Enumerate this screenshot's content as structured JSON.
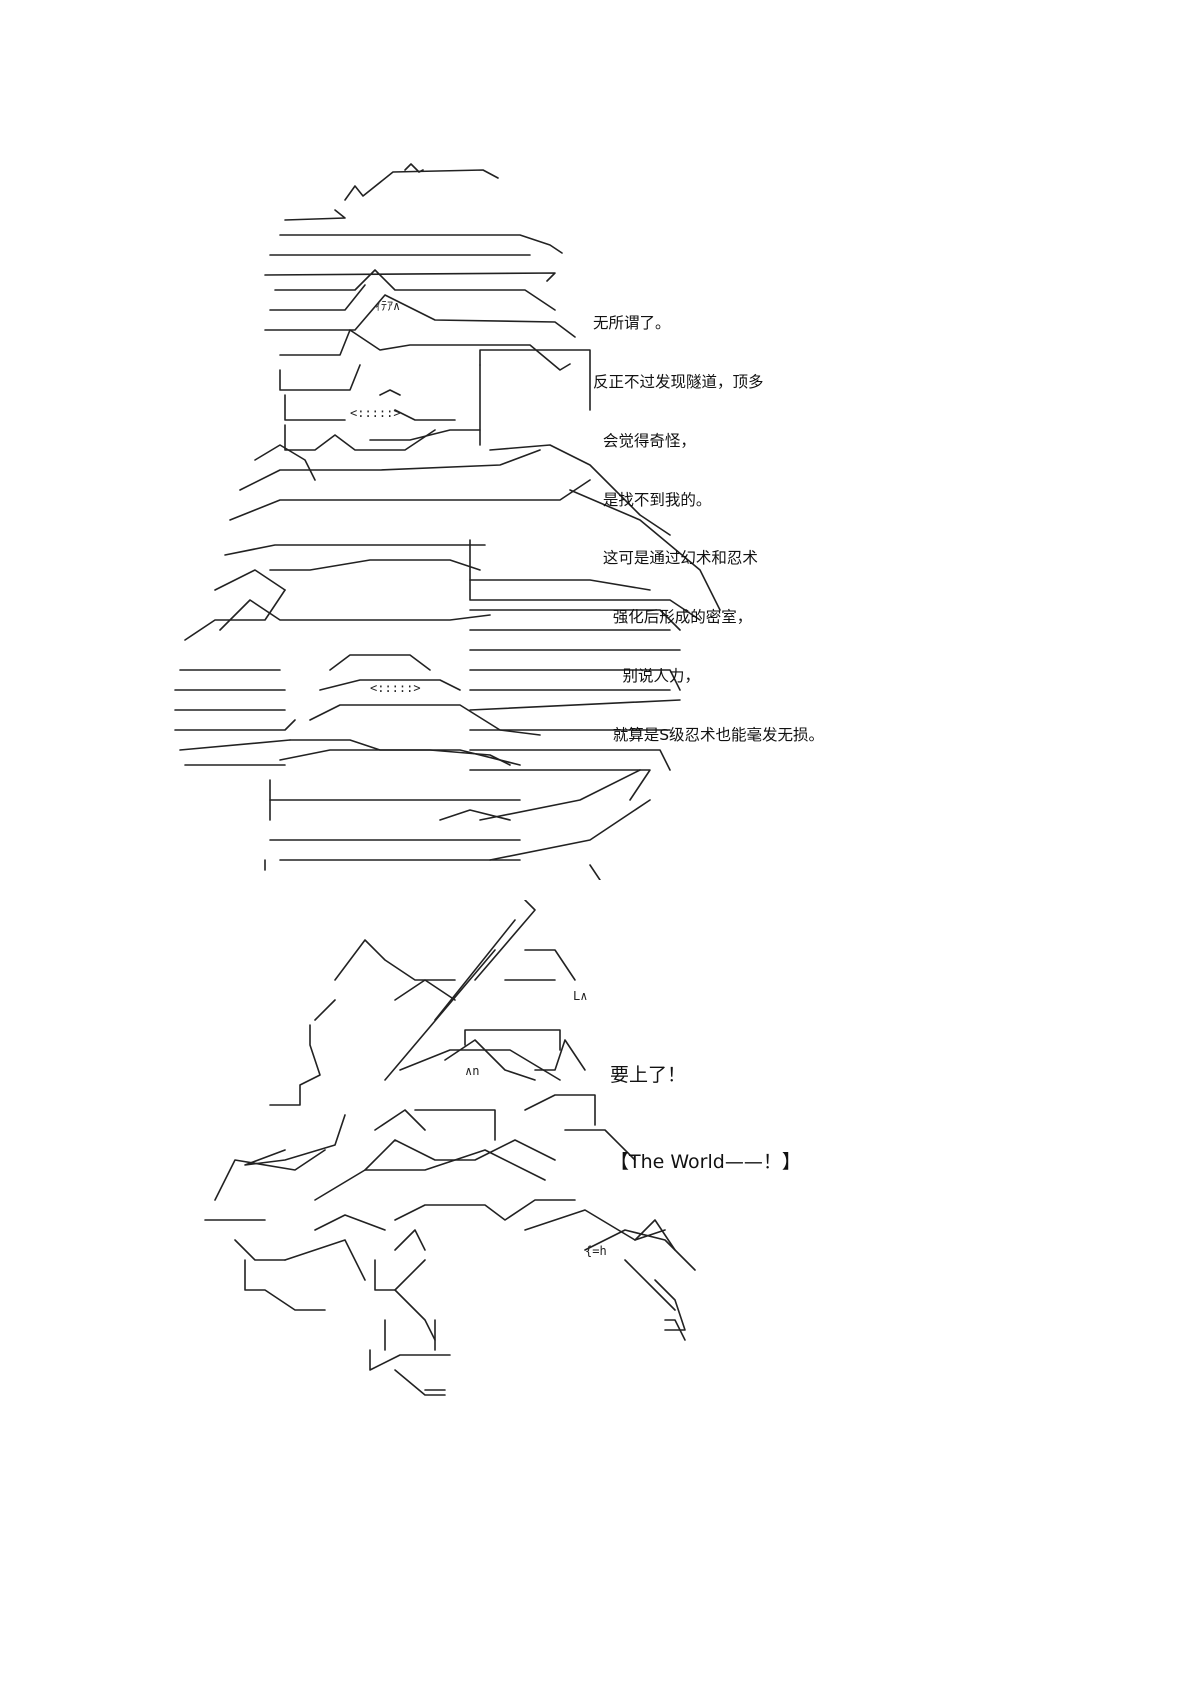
{
  "panels": [
    {
      "art_icon": "ascii-art-figure-seated-icon",
      "dialogue": [
        "无所谓了。",
        "反正不过发现隧道，顶多",
        "  会觉得奇怪，",
        "  是找不到我的。",
        "  这可是通过幻术和忍术",
        "    强化后形成的密室，",
        "      别说人力，",
        "    就算是S级忍术也能毫发无损。"
      ]
    },
    {
      "art_icon": "ascii-art-figure-action-icon",
      "dialogue": [
        "要上了！",
        "【The World——！】"
      ]
    }
  ]
}
